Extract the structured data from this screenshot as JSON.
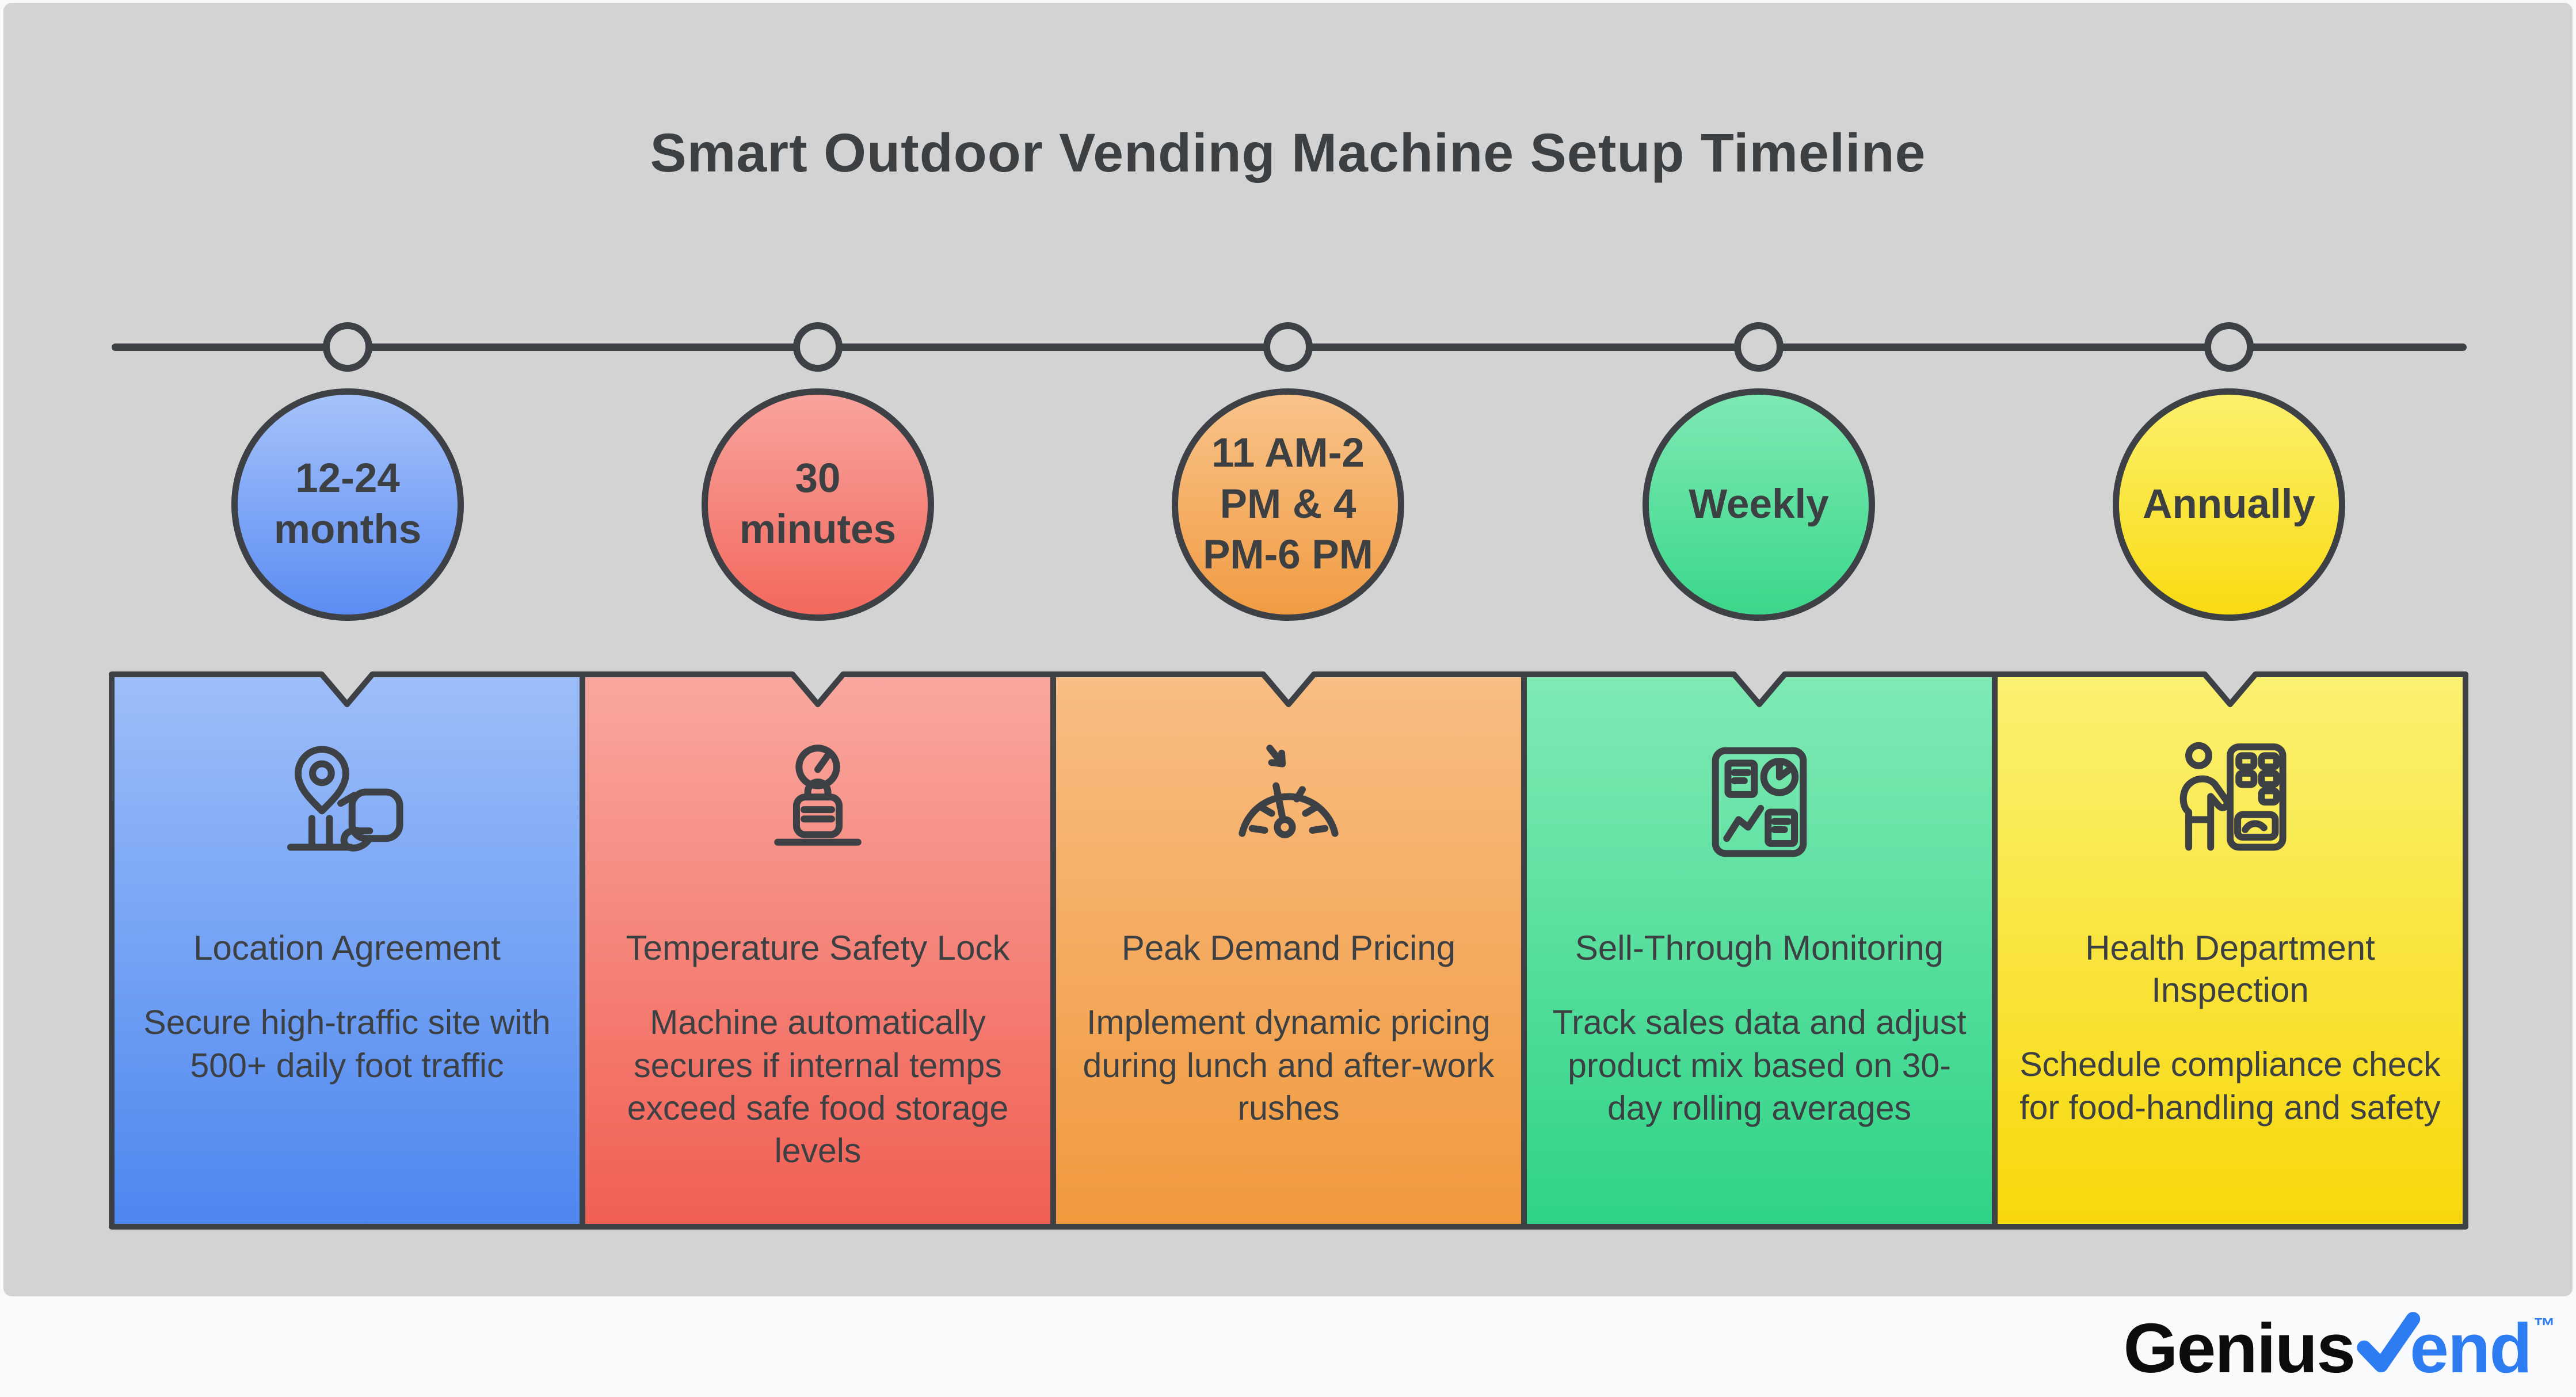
{
  "title": "Smart Outdoor Vending Machine Setup Timeline",
  "colors": {
    "canvas_bg": "#d3d3d4",
    "page_bg": "#f8f9fb",
    "outline_dark": "#3d4145",
    "text_dark": "#3d4043",
    "stage_blue_top": "#a5c2fa",
    "stage_blue_bottom": "#5c8df3",
    "stage_red_top": "#f8a49d",
    "stage_red_bottom": "#f3685d",
    "stage_orange_top": "#f9c38a",
    "stage_orange_bottom": "#f19c43",
    "stage_green_top": "#7ee9b3",
    "stage_green_bottom": "#3bd78b",
    "stage_yellow_top": "#fcf06c",
    "stage_yellow_bottom": "#f9db12",
    "brand_blue": "#2e7cf2",
    "brand_black": "#0c0c0d"
  },
  "stages": [
    {
      "time": "12-24\nmonths",
      "title": "Location Agreement",
      "description": "Secure high-traffic site with 500+ daily foot traffic",
      "icon": "location-pin-handshake-icon",
      "color": "blue"
    },
    {
      "time": "30\nminutes",
      "title": "Temperature Safety Lock",
      "description": "Machine automatically secures if internal temps exceed safe food storage levels",
      "icon": "temperature-gauge-lock-icon",
      "color": "red"
    },
    {
      "time": "11 AM-2\nPM & 4\nPM-6 PM",
      "title": "Peak Demand Pricing",
      "description": "Implement dynamic pricing during lunch and after-work rushes",
      "icon": "speedometer-arrow-icon",
      "color": "orange"
    },
    {
      "time": "Weekly",
      "title": "Sell-Through Monitoring",
      "description": "Track sales data and adjust product mix based on 30-day rolling averages",
      "icon": "dashboard-charts-icon",
      "color": "green"
    },
    {
      "time": "Annually",
      "title": "Health Department Inspection",
      "description": "Schedule compliance check for food-handling and safety",
      "icon": "person-vending-machine-icon",
      "color": "yellow"
    }
  ],
  "footer": {
    "brand_part_black": "Genius",
    "brand_part_blue": "end",
    "brand_checkmark": "checkmark-v-icon",
    "trademark": "™"
  }
}
